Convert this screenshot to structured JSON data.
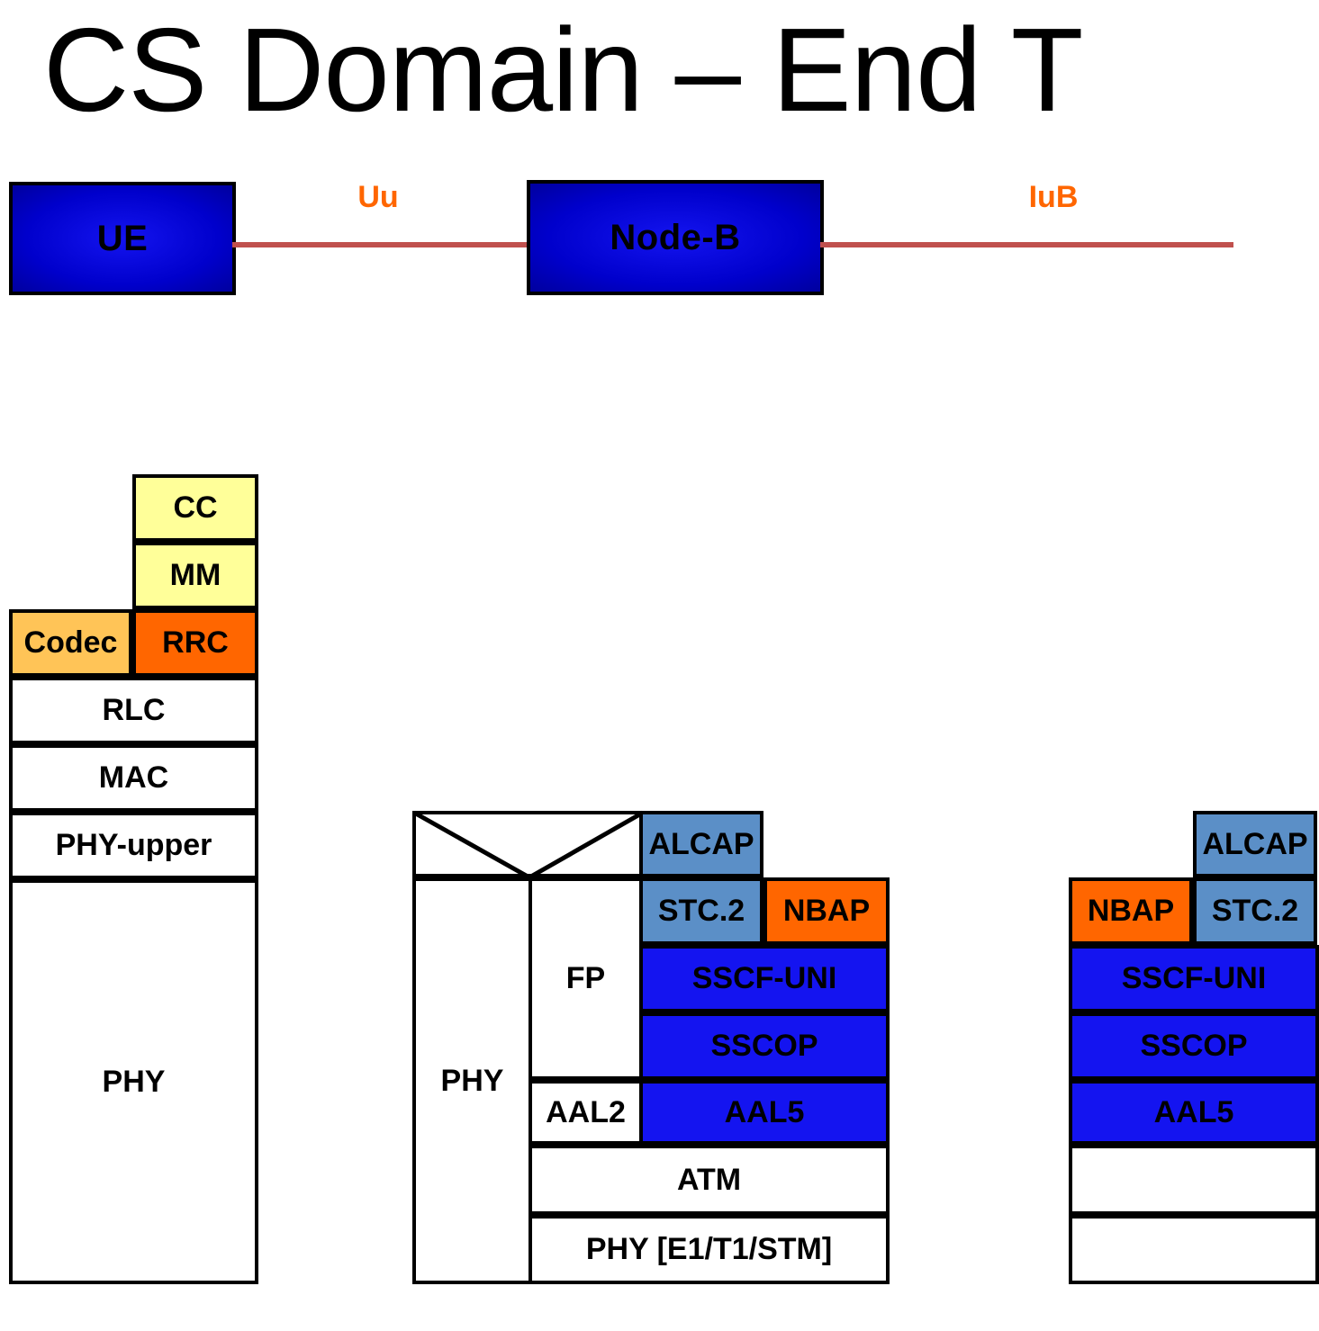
{
  "title": "CS Domain – End T",
  "colors": {
    "node_fill": "#0000cc",
    "link_line": "#c0504d",
    "link_label": "#ff6600",
    "yellow": "#ffff99",
    "light_orange": "#ffc457",
    "orange": "#ff6600",
    "steel_blue": "#5b8fc7",
    "blue": "#1414f0",
    "white": "#ffffff",
    "border": "#000000"
  },
  "nodes": [
    {
      "id": "ue",
      "label": "UE"
    },
    {
      "id": "node_b",
      "label": "Node-B"
    }
  ],
  "links": [
    {
      "id": "uu",
      "label": "Uu"
    },
    {
      "id": "iub",
      "label": "IuB"
    }
  ],
  "stacks": [
    {
      "id": "ue_stack",
      "name": "UE protocol stack",
      "cells": [
        {
          "label": "CC",
          "color": "yellow"
        },
        {
          "label": "MM",
          "color": "yellow"
        },
        {
          "label": "Codec",
          "color": "light_orange"
        },
        {
          "label": "RRC",
          "color": "orange"
        },
        {
          "label": "RLC",
          "color": "white"
        },
        {
          "label": "MAC",
          "color": "white"
        },
        {
          "label": "PHY-upper",
          "color": "white"
        },
        {
          "label": "PHY",
          "color": "white"
        }
      ]
    },
    {
      "id": "nodeb_stack",
      "name": "Node-B protocol stack",
      "cells": [
        {
          "label": "ALCAP",
          "color": "steel_blue"
        },
        {
          "label": "STC.2",
          "color": "steel_blue"
        },
        {
          "label": "NBAP",
          "color": "orange"
        },
        {
          "label": "SSCF-UNI",
          "color": "blue"
        },
        {
          "label": "SSCOP",
          "color": "blue"
        },
        {
          "label": "AAL5",
          "color": "blue"
        },
        {
          "label": "FP",
          "color": "white"
        },
        {
          "label": "AAL2",
          "color": "white"
        },
        {
          "label": "ATM",
          "color": "white"
        },
        {
          "label": "PHY [E1/T1/STM]",
          "color": "white"
        },
        {
          "label": "PHY",
          "color": "white"
        }
      ]
    },
    {
      "id": "rnc_stack",
      "name": "RNC protocol stack (cropped)",
      "cells": [
        {
          "label": "ALCAP",
          "color": "steel_blue"
        },
        {
          "label": "NBAP",
          "color": "orange"
        },
        {
          "label": "STC.2",
          "color": "steel_blue"
        },
        {
          "label": "SSCF-UNI",
          "color": "blue"
        },
        {
          "label": "SSCOP",
          "color": "blue"
        },
        {
          "label": "AAL5",
          "color": "blue"
        },
        {
          "label": "",
          "color": "white"
        },
        {
          "label": "",
          "color": "white"
        }
      ]
    }
  ]
}
